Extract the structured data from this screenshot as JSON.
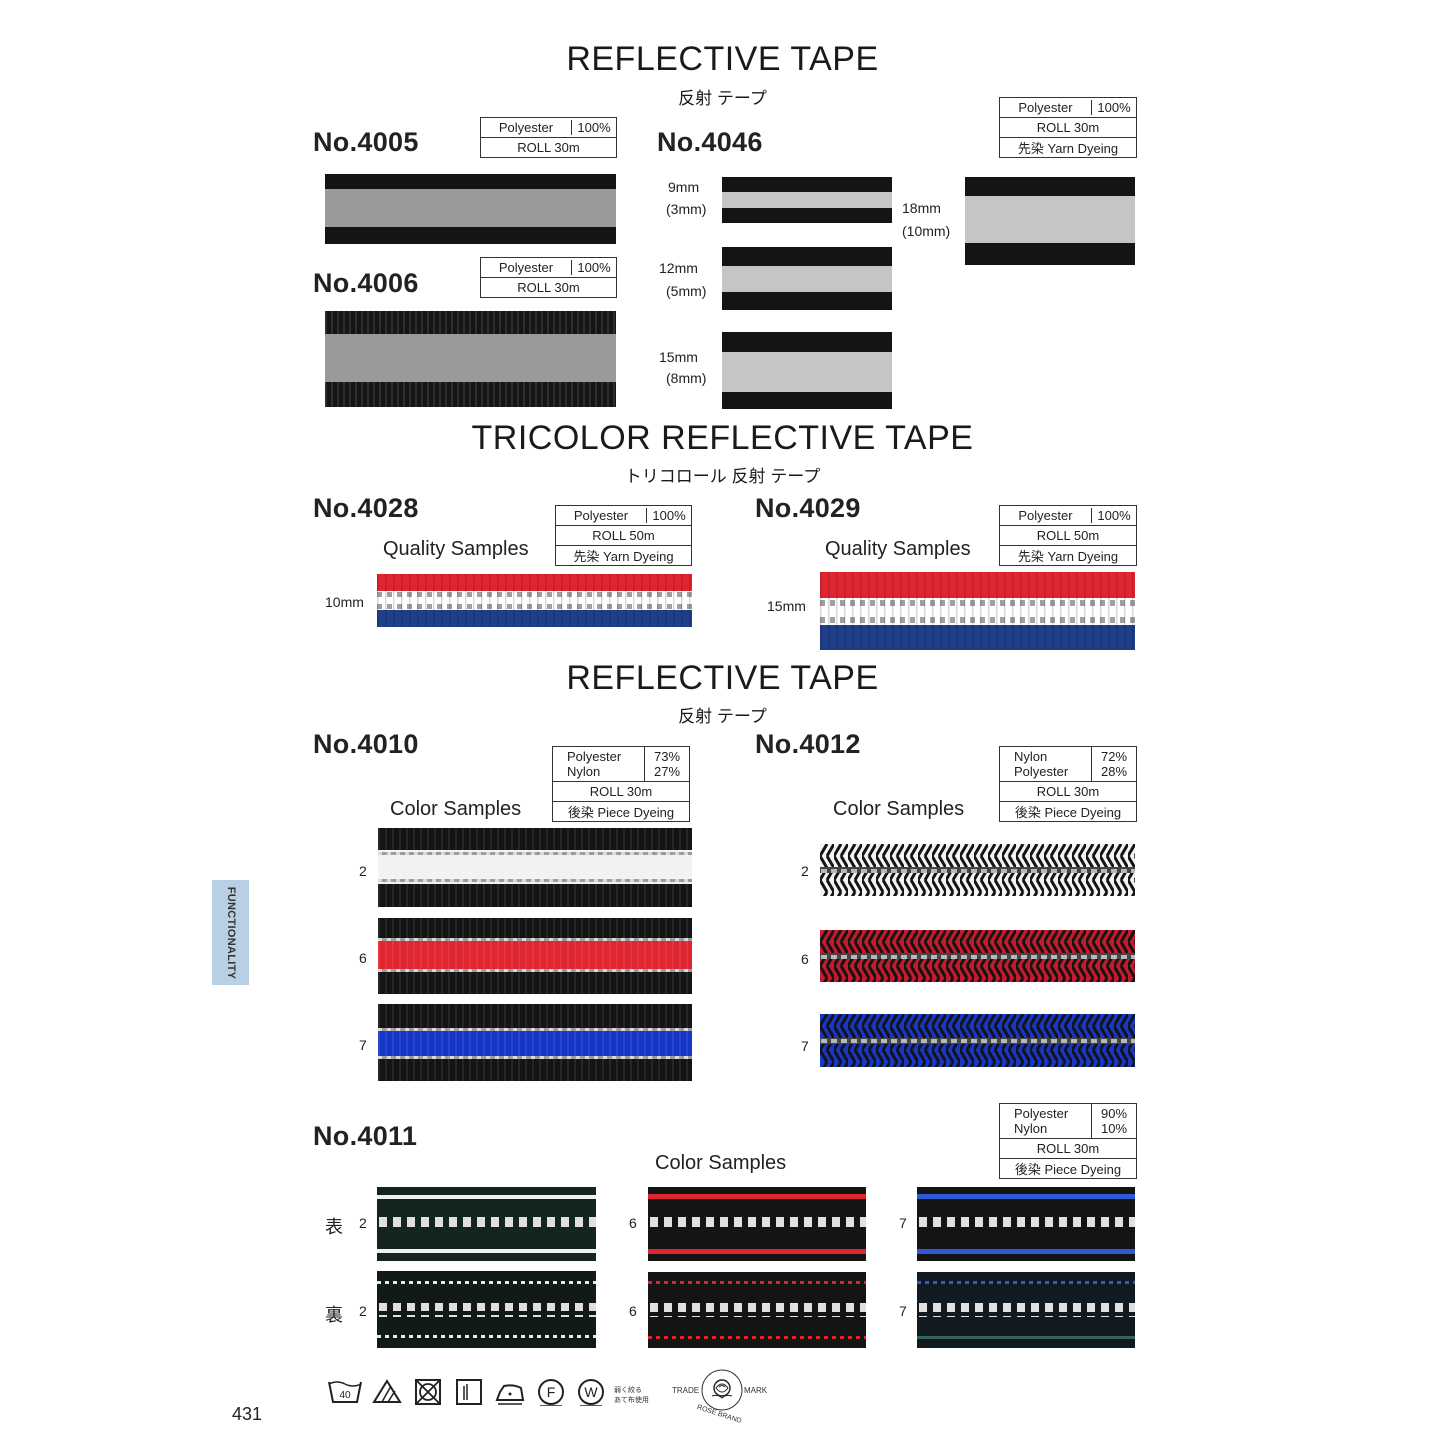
{
  "sections": [
    {
      "title": "REFLECTIVE TAPE",
      "subtitle": "反射 テープ"
    },
    {
      "title": "TRICOLOR REFLECTIVE TAPE",
      "subtitle": "トリコロール 反射 テープ"
    },
    {
      "title": "REFLECTIVE TAPE",
      "subtitle": "反射 テープ"
    }
  ],
  "products": {
    "p4005": {
      "name": "No.4005",
      "material": "Polyester",
      "pct": "100%",
      "roll": "ROLL  30m"
    },
    "p4006": {
      "name": "No.4006",
      "material": "Polyester",
      "pct": "100%",
      "roll": "ROLL  30m"
    },
    "p4046": {
      "name": "No.4046",
      "material": "Polyester",
      "pct": "100%",
      "roll": "ROLL  30m",
      "dye": "先染  Yarn Dyeing",
      "sizes": [
        {
          "w": "9mm",
          "r": "(3mm)"
        },
        {
          "w": "12mm",
          "r": "(5mm)"
        },
        {
          "w": "15mm",
          "r": "(8mm)"
        },
        {
          "w": "18mm",
          "r": "(10mm)"
        }
      ]
    },
    "p4028": {
      "name": "No.4028",
      "material": "Polyester",
      "pct": "100%",
      "roll": "ROLL  50m",
      "dye": "先染  Yarn Dyeing",
      "samples_label": "Quality Samples",
      "width": "10mm"
    },
    "p4029": {
      "name": "No.4029",
      "material": "Polyester",
      "pct": "100%",
      "roll": "ROLL  50m",
      "dye": "先染  Yarn Dyeing",
      "samples_label": "Quality Samples",
      "width": "15mm"
    },
    "p4010": {
      "name": "No.4010",
      "material1": "Polyester",
      "pct1": "73%",
      "material2": "Nylon",
      "pct2": "27%",
      "roll": "ROLL 30m",
      "dye": "後染  Piece Dyeing",
      "samples_label": "Color Samples",
      "colors": [
        "2",
        "6",
        "7"
      ]
    },
    "p4012": {
      "name": "No.4012",
      "material1": "Nylon",
      "pct1": "72%",
      "material2": "Polyester",
      "pct2": "28%",
      "roll": "ROLL 30m",
      "dye": "後染  Piece Dyeing",
      "samples_label": "Color Samples",
      "colors": [
        "2",
        "6",
        "7"
      ]
    },
    "p4011": {
      "name": "No.4011",
      "material1": "Polyester",
      "pct1": "90%",
      "material2": "Nylon",
      "pct2": "10%",
      "roll": "ROLL 30m",
      "dye": "後染  Piece Dyeing",
      "samples_label": "Color Samples",
      "face": "表",
      "back": "裏",
      "colors": [
        "2",
        "6",
        "7"
      ]
    }
  },
  "side_tab": "FUNCTIONALITY",
  "page_number": "431",
  "care": {
    "wash_temp": "40",
    "note1": "弱く絞る",
    "note2": "あて布使用",
    "dry_f": "F",
    "dry_w": "W"
  },
  "trademark": {
    "left": "TRADE",
    "right": "MARK",
    "brand": "ROSE BRAND"
  },
  "colors": {
    "reflective": "#9a9a9a",
    "reflective_light": "#c4c6c4",
    "black": "#141414",
    "red": "#e02530",
    "blue": "#1f3f8a",
    "royal": "#1636c8",
    "green": "#1e3a2c"
  }
}
